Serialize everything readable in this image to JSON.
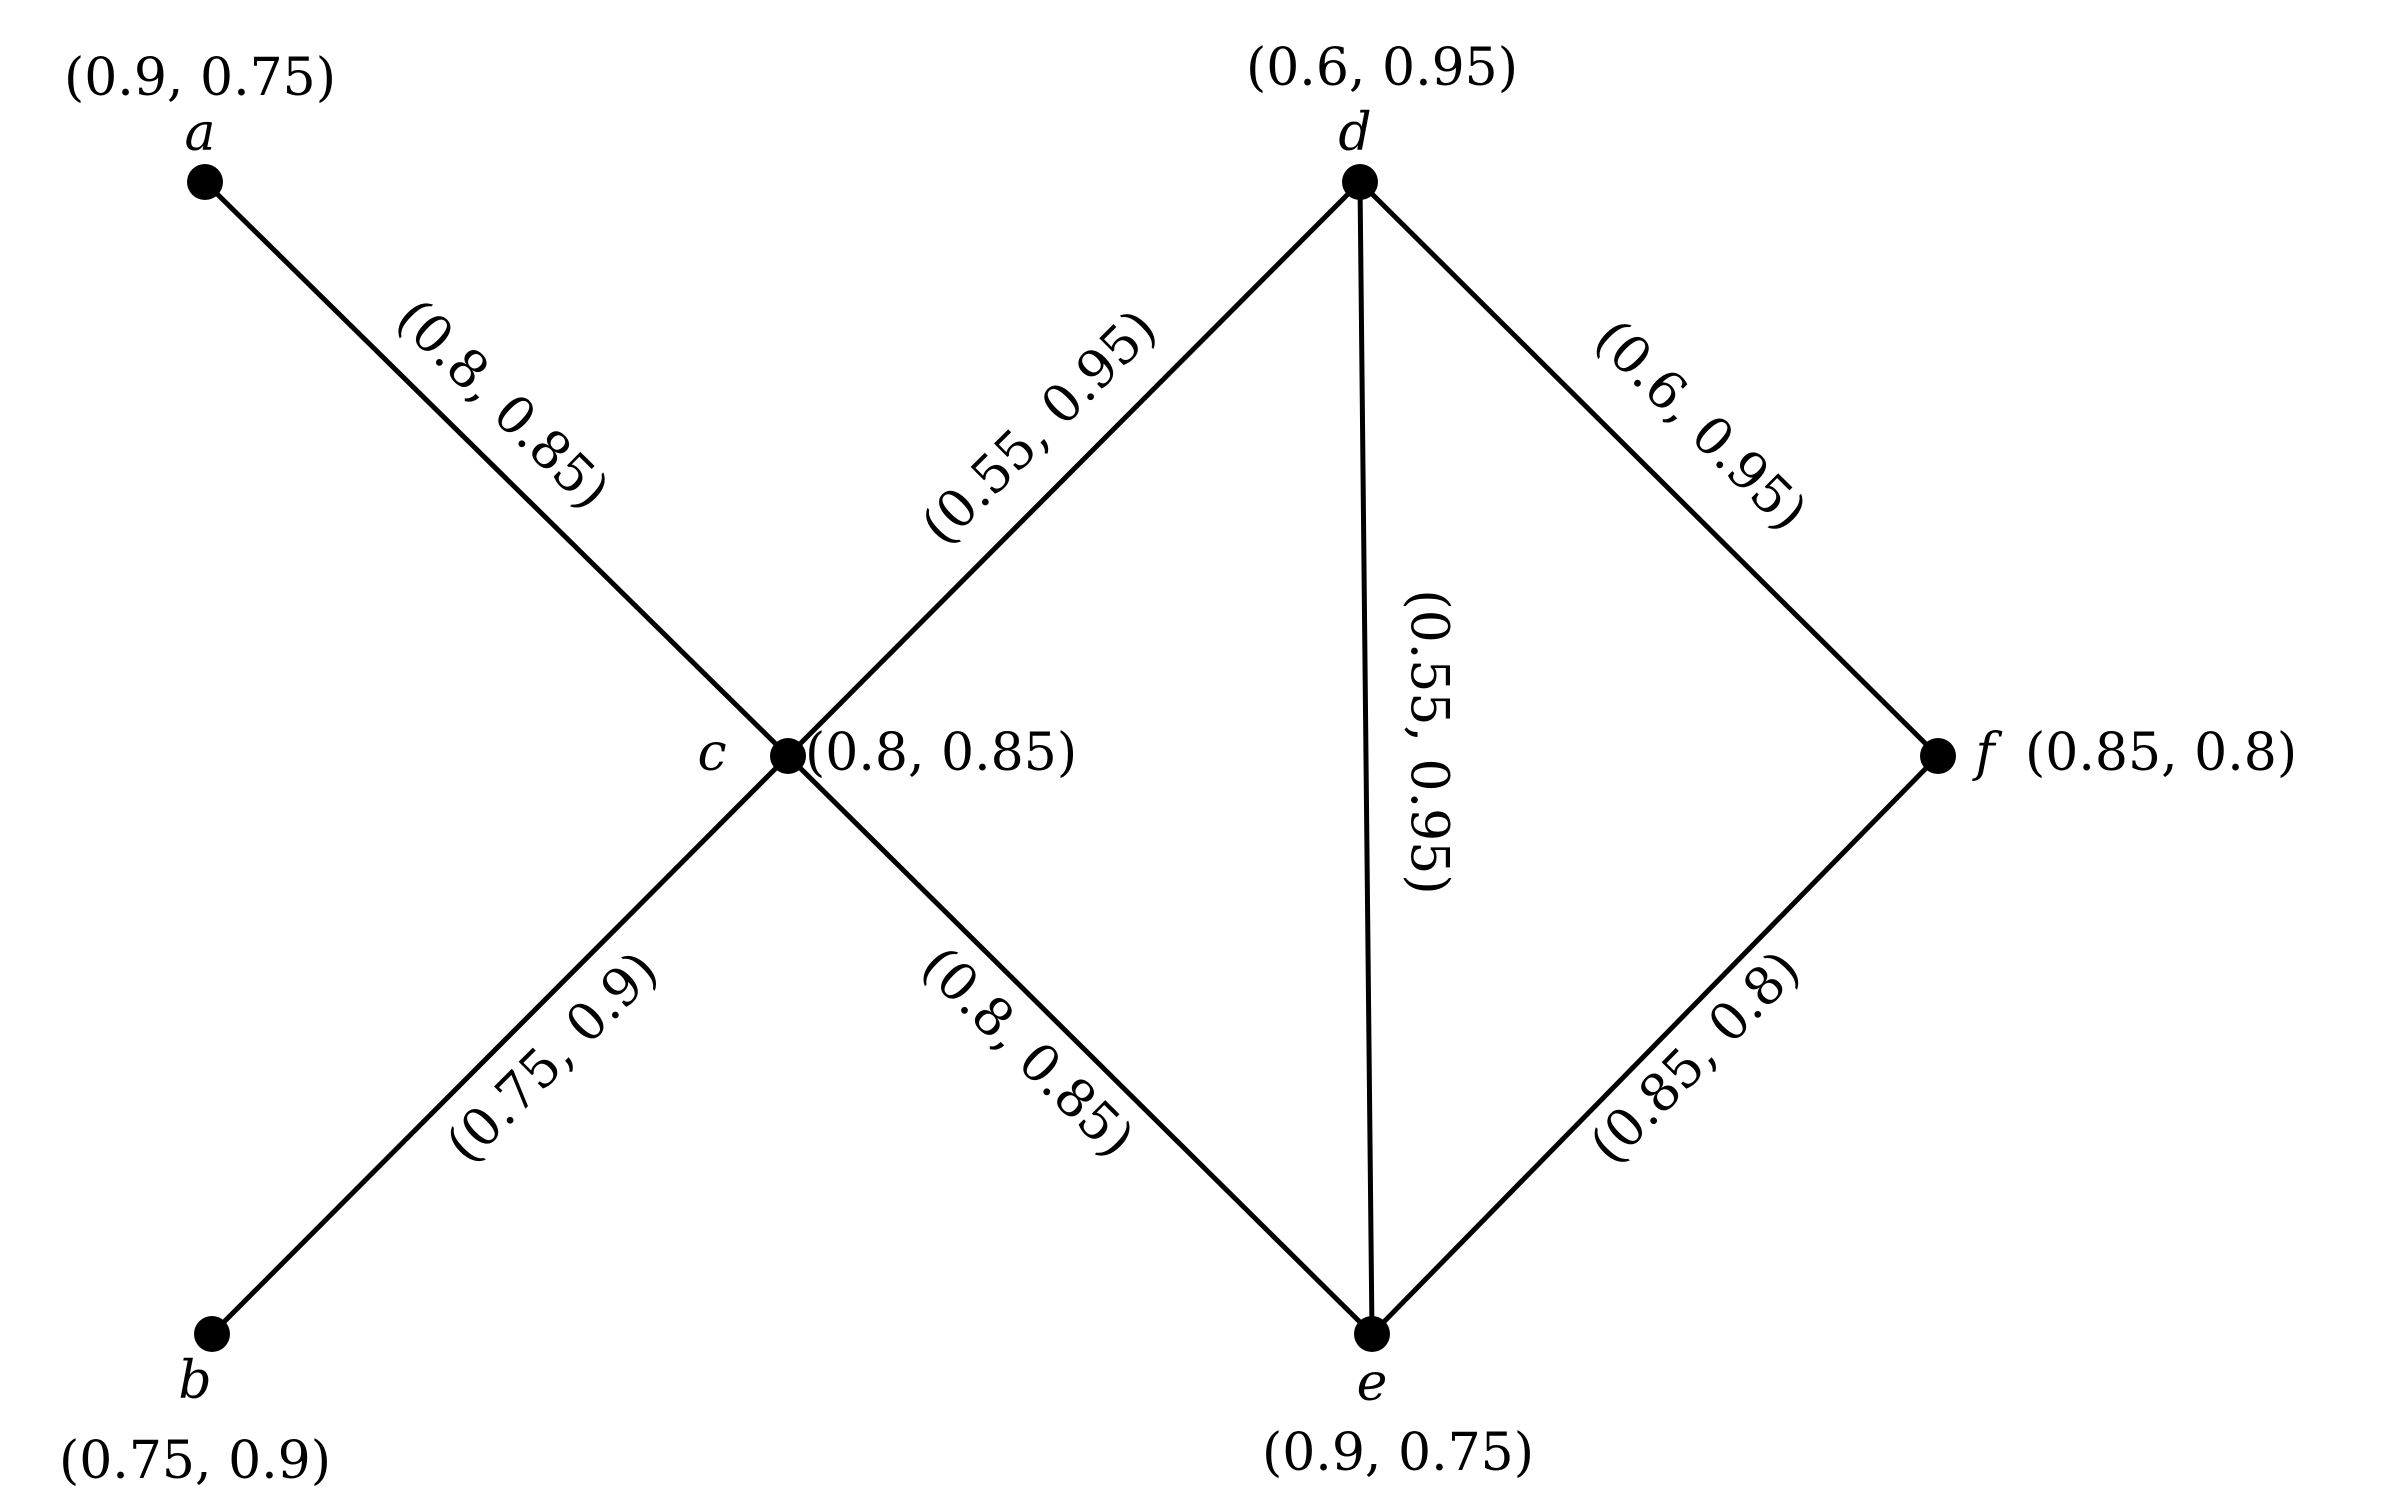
{
  "graph": {
    "vertices": [
      {
        "id": "a",
        "name": "a",
        "label": "(0.9, 0.75)"
      },
      {
        "id": "b",
        "name": "b",
        "label": "(0.75, 0.9)"
      },
      {
        "id": "c",
        "name": "c",
        "label": "(0.8, 0.85)"
      },
      {
        "id": "d",
        "name": "d",
        "label": "(0.6, 0.95)"
      },
      {
        "id": "e",
        "name": "e",
        "label": "(0.9, 0.75)"
      },
      {
        "id": "f",
        "name": "f",
        "label": "(0.85, 0.8)"
      }
    ],
    "edges": [
      {
        "id": "ac",
        "from": "a",
        "to": "c",
        "label": "(0.8, 0.85)"
      },
      {
        "id": "bc",
        "from": "b",
        "to": "c",
        "label": "(0.75, 0.9)"
      },
      {
        "id": "cd",
        "from": "c",
        "to": "d",
        "label": "(0.55, 0.95)"
      },
      {
        "id": "ce",
        "from": "c",
        "to": "e",
        "label": "(0.8, 0.85)"
      },
      {
        "id": "de",
        "from": "d",
        "to": "e",
        "label": "(0.55, 0.95)"
      },
      {
        "id": "df",
        "from": "d",
        "to": "f",
        "label": "(0.6, 0.95)"
      },
      {
        "id": "ef",
        "from": "e",
        "to": "f",
        "label": "(0.85, 0.8)"
      }
    ]
  }
}
